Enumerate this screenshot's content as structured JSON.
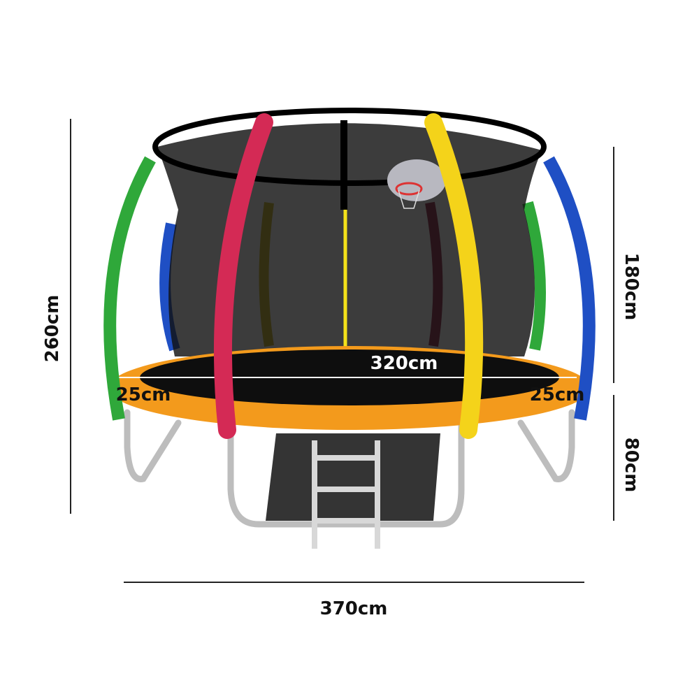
{
  "dimensions": {
    "total_height": "260cm",
    "net_height": "180cm",
    "frame_height": "80cm",
    "total_width": "370cm",
    "mat_diameter": "320cm",
    "pad_left": "25cm",
    "pad_right": "25cm"
  },
  "colors": {
    "pad": "#f39a1c",
    "pole_green": "#2fa83a",
    "pole_red": "#d42a55",
    "pole_yellow": "#f4d31a",
    "pole_blue": "#1f4fc4",
    "net": "#1a1a1a",
    "frame": "#c8c8c8"
  }
}
